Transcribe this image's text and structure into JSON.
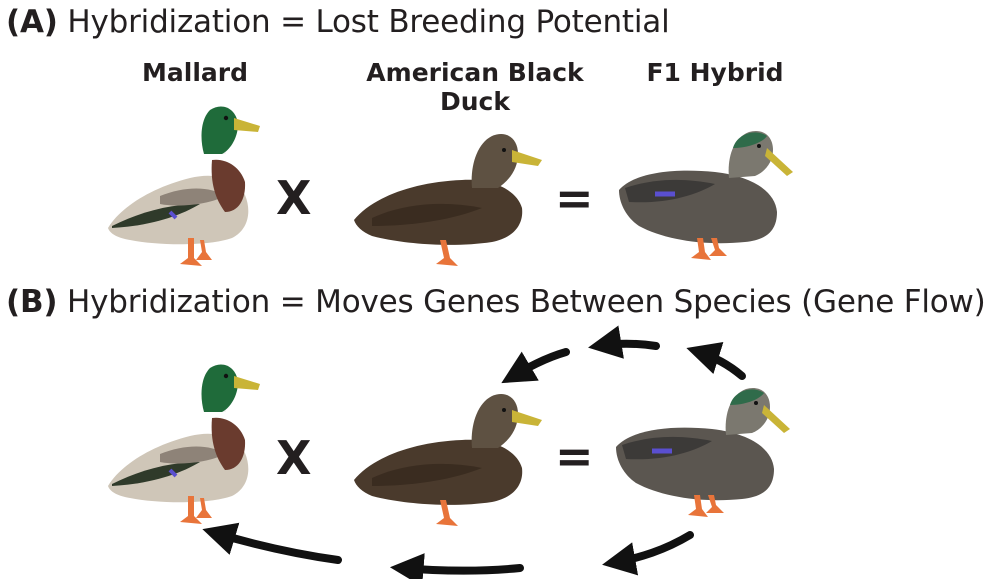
{
  "panel_a": {
    "tag": "(A)",
    "title": "Hybridization = Lost Breeding Potential",
    "labels": {
      "mallard": "Mallard",
      "black_duck": "American Black Duck",
      "hybrid": "F1 Hybrid"
    },
    "cross_symbol": "X",
    "equals_symbol": "="
  },
  "panel_b": {
    "tag": "(B)",
    "title": "Hybridization = Moves Genes Between Species (Gene Flow)",
    "cross_symbol": "X",
    "equals_symbol": "="
  },
  "colors": {
    "text": "#231f20",
    "arrow": "#111111",
    "mallard_head": "#1f6b3a",
    "black_duck_body": "#4a3a2c",
    "hybrid_body": "#5b5650",
    "bill_yellow": "#c9b437",
    "feet_orange": "#e8743a",
    "speculum_blue": "#5a4fd0"
  }
}
